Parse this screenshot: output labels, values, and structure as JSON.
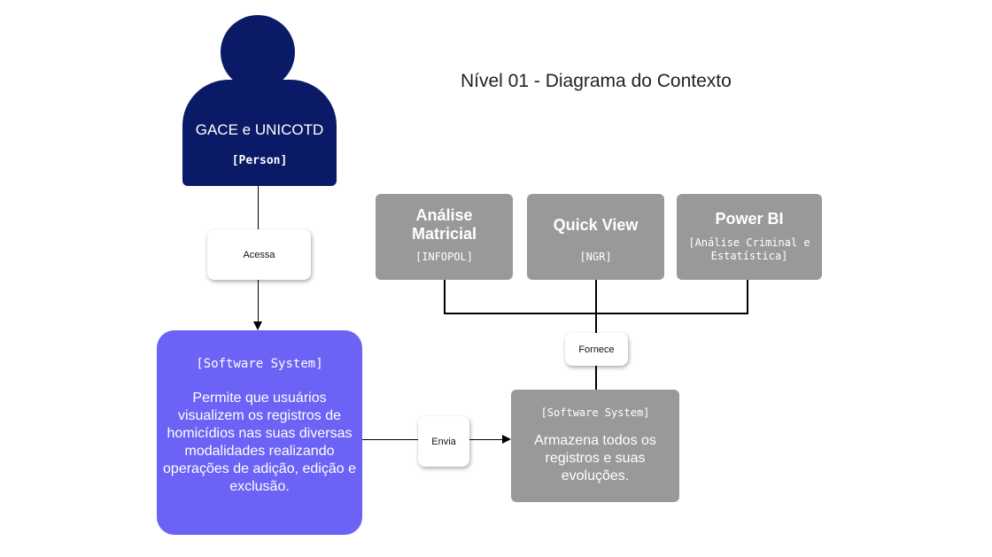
{
  "title": "Nível 01 - Diagrama do Contexto",
  "person": {
    "name": "GACE e UNICOTD",
    "type": "[Person]",
    "color": "#0b1a66"
  },
  "main_system": {
    "type": "[Software System]",
    "description": "Permite que usuários visualizem os registros de homicídios nas suas diversas modalidades realizando operações de adição, edição e exclusão.",
    "color": "#6b63f5"
  },
  "external_systems": [
    {
      "name": "Análise Matricial",
      "type": "[INFOPOL]"
    },
    {
      "name": "Quick View",
      "type": "[NGR]"
    },
    {
      "name": "Power BI",
      "type": "[Análise Criminal e Estatística]"
    }
  ],
  "storage_system": {
    "type": "[Software System]",
    "description": "Armazena todos os registros e suas evoluções.",
    "color": "#999999"
  },
  "relationships": {
    "acessa": "Acessa",
    "fornece": "Fornece",
    "envia": "Envia"
  }
}
